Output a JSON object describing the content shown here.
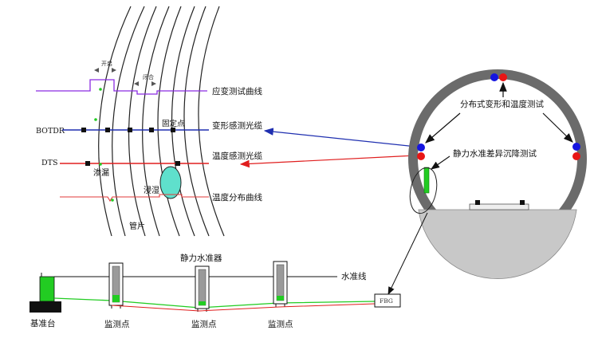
{
  "labels": {
    "strain_curve": "应变测试曲线",
    "botdr": "BOTDR",
    "deformation_cable": "变形感测光缆",
    "fixed_point": "固定点",
    "dts": "DTS",
    "temperature_cable": "温度感测光缆",
    "leakage": "渗漏",
    "soaking": "浸湿",
    "temperature_curve": "温度分布曲线",
    "segment": "管片",
    "open": "开启",
    "close": "闭合",
    "distributed_test": "分布式变形和温度测试",
    "hydrostatic_test": "静力水准差异沉降测试",
    "leveling_gauge": "静力水准器",
    "water_level_line": "水准线",
    "benchmark": "基准台",
    "monitor_point_1": "监测点",
    "monitor_point_2": "监测点",
    "monitor_point_3": "监测点",
    "fbg": "FBG"
  },
  "colors": {
    "strain_line": "#8a2be2",
    "botdr_line": "#1f2fb0",
    "dts_line": "#e01e1e",
    "temp_curve": "#e03a3a",
    "green": "#22cc22",
    "tunnel_ring": "#666666",
    "blue_sensor": "#1515e0",
    "red_sensor": "#e81515",
    "soak_fill": "#5fe0cc"
  }
}
